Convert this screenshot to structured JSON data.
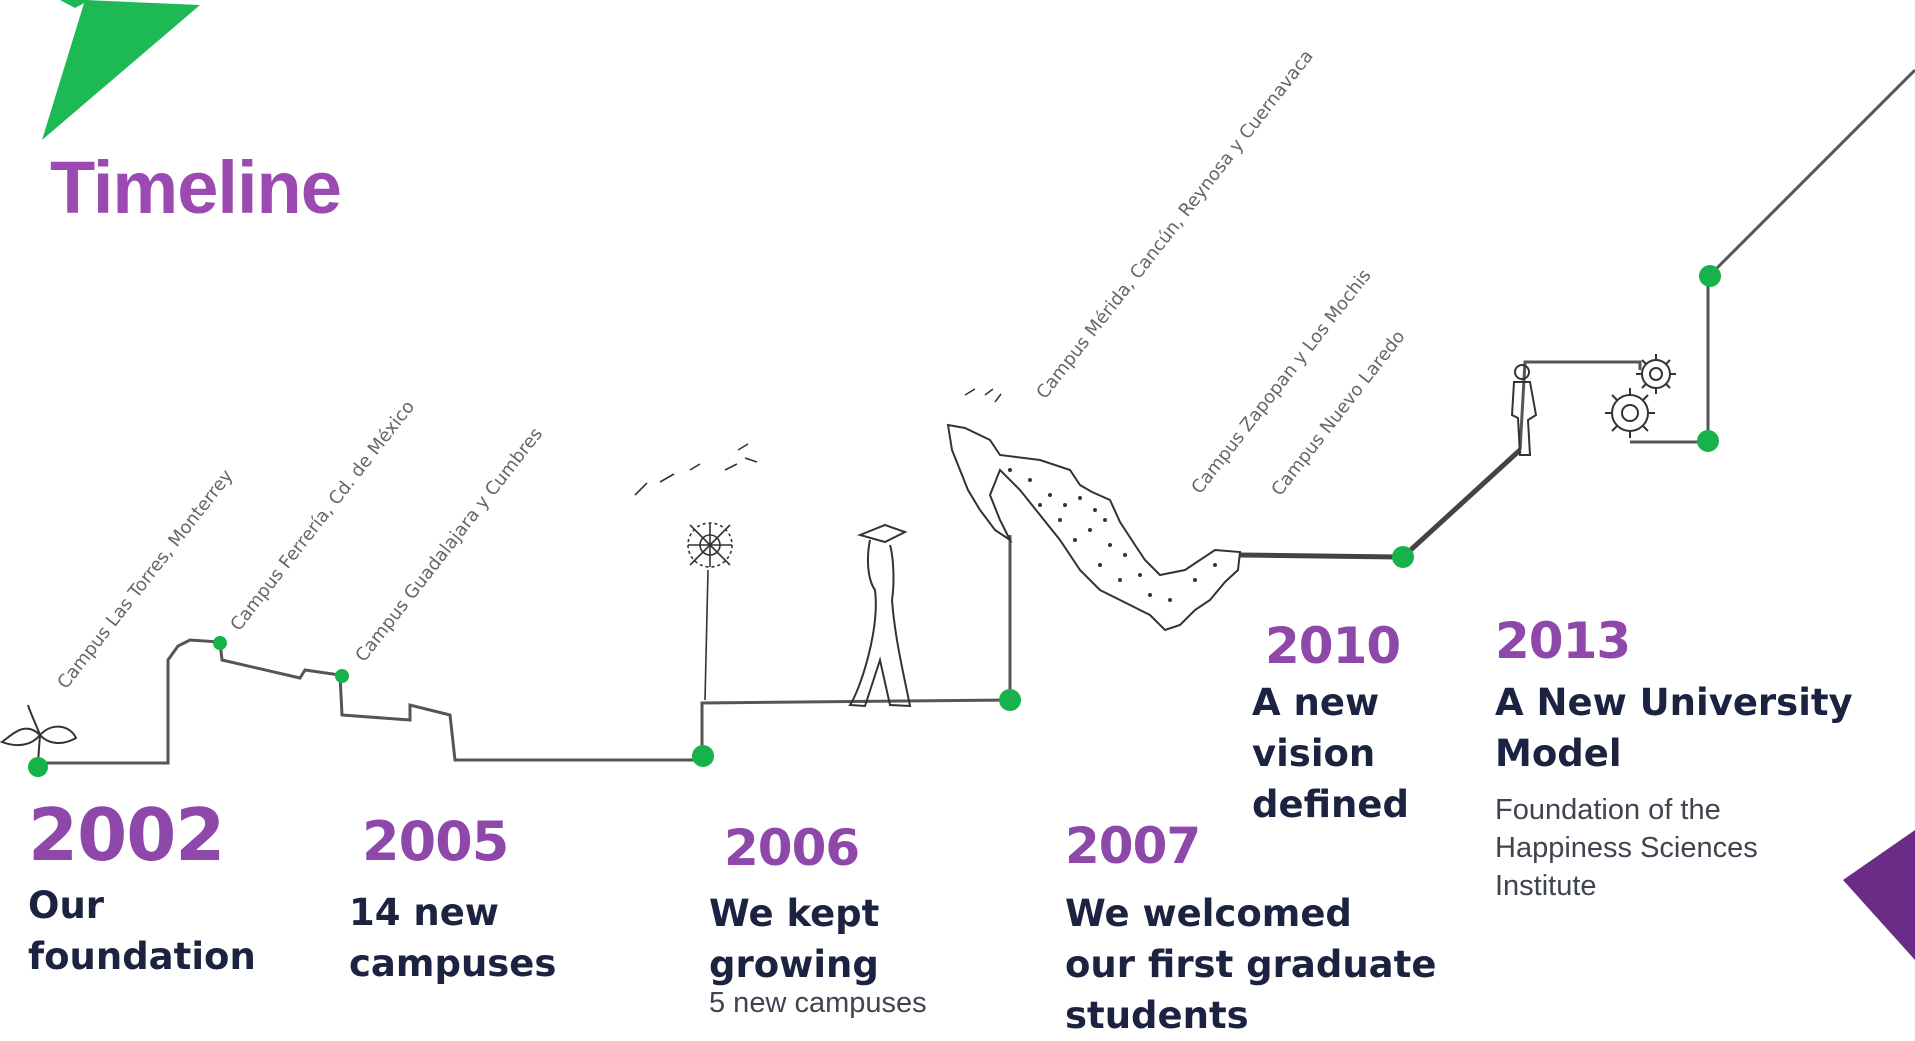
{
  "title": "Timeline",
  "campus_labels": {
    "las_torres": "Campus Las Torres, Monterrey",
    "ferreria": "Campus Ferrería, Cd. de México",
    "guadalajara": "Campus Guadalajara y Cumbres",
    "merida": "Campus Mérida, Cancún, Reynosa y Cuernavaca",
    "zapopan": "Campus Zapopan y Los Mochis",
    "nuevo_laredo": "Campus Nuevo Laredo"
  },
  "milestones": [
    {
      "year": "2002",
      "heading_lines": [
        "Our",
        "foundation"
      ]
    },
    {
      "year": "2005",
      "heading_lines": [
        "14 new",
        "campuses"
      ]
    },
    {
      "year": "2006",
      "heading_lines": [
        "We kept",
        "growing"
      ],
      "description_lines": [
        "5 new campuses"
      ]
    },
    {
      "year": "2007",
      "heading_lines": [
        "We welcomed",
        "our first graduate",
        "students"
      ]
    },
    {
      "year": "2010",
      "heading_lines": [
        "A new",
        "vision",
        "defined"
      ]
    },
    {
      "year": "2013",
      "heading_lines": [
        "A New University",
        "Model"
      ],
      "description_lines": [
        "Foundation of the",
        "Happiness Sciences",
        "Institute"
      ]
    }
  ],
  "colors": {
    "brand_purple": "#9a4ab0",
    "accent_green": "#17b24a",
    "heading_navy": "#1c2340",
    "line_gray": "#555555",
    "corner_purple": "#6a2c86"
  }
}
